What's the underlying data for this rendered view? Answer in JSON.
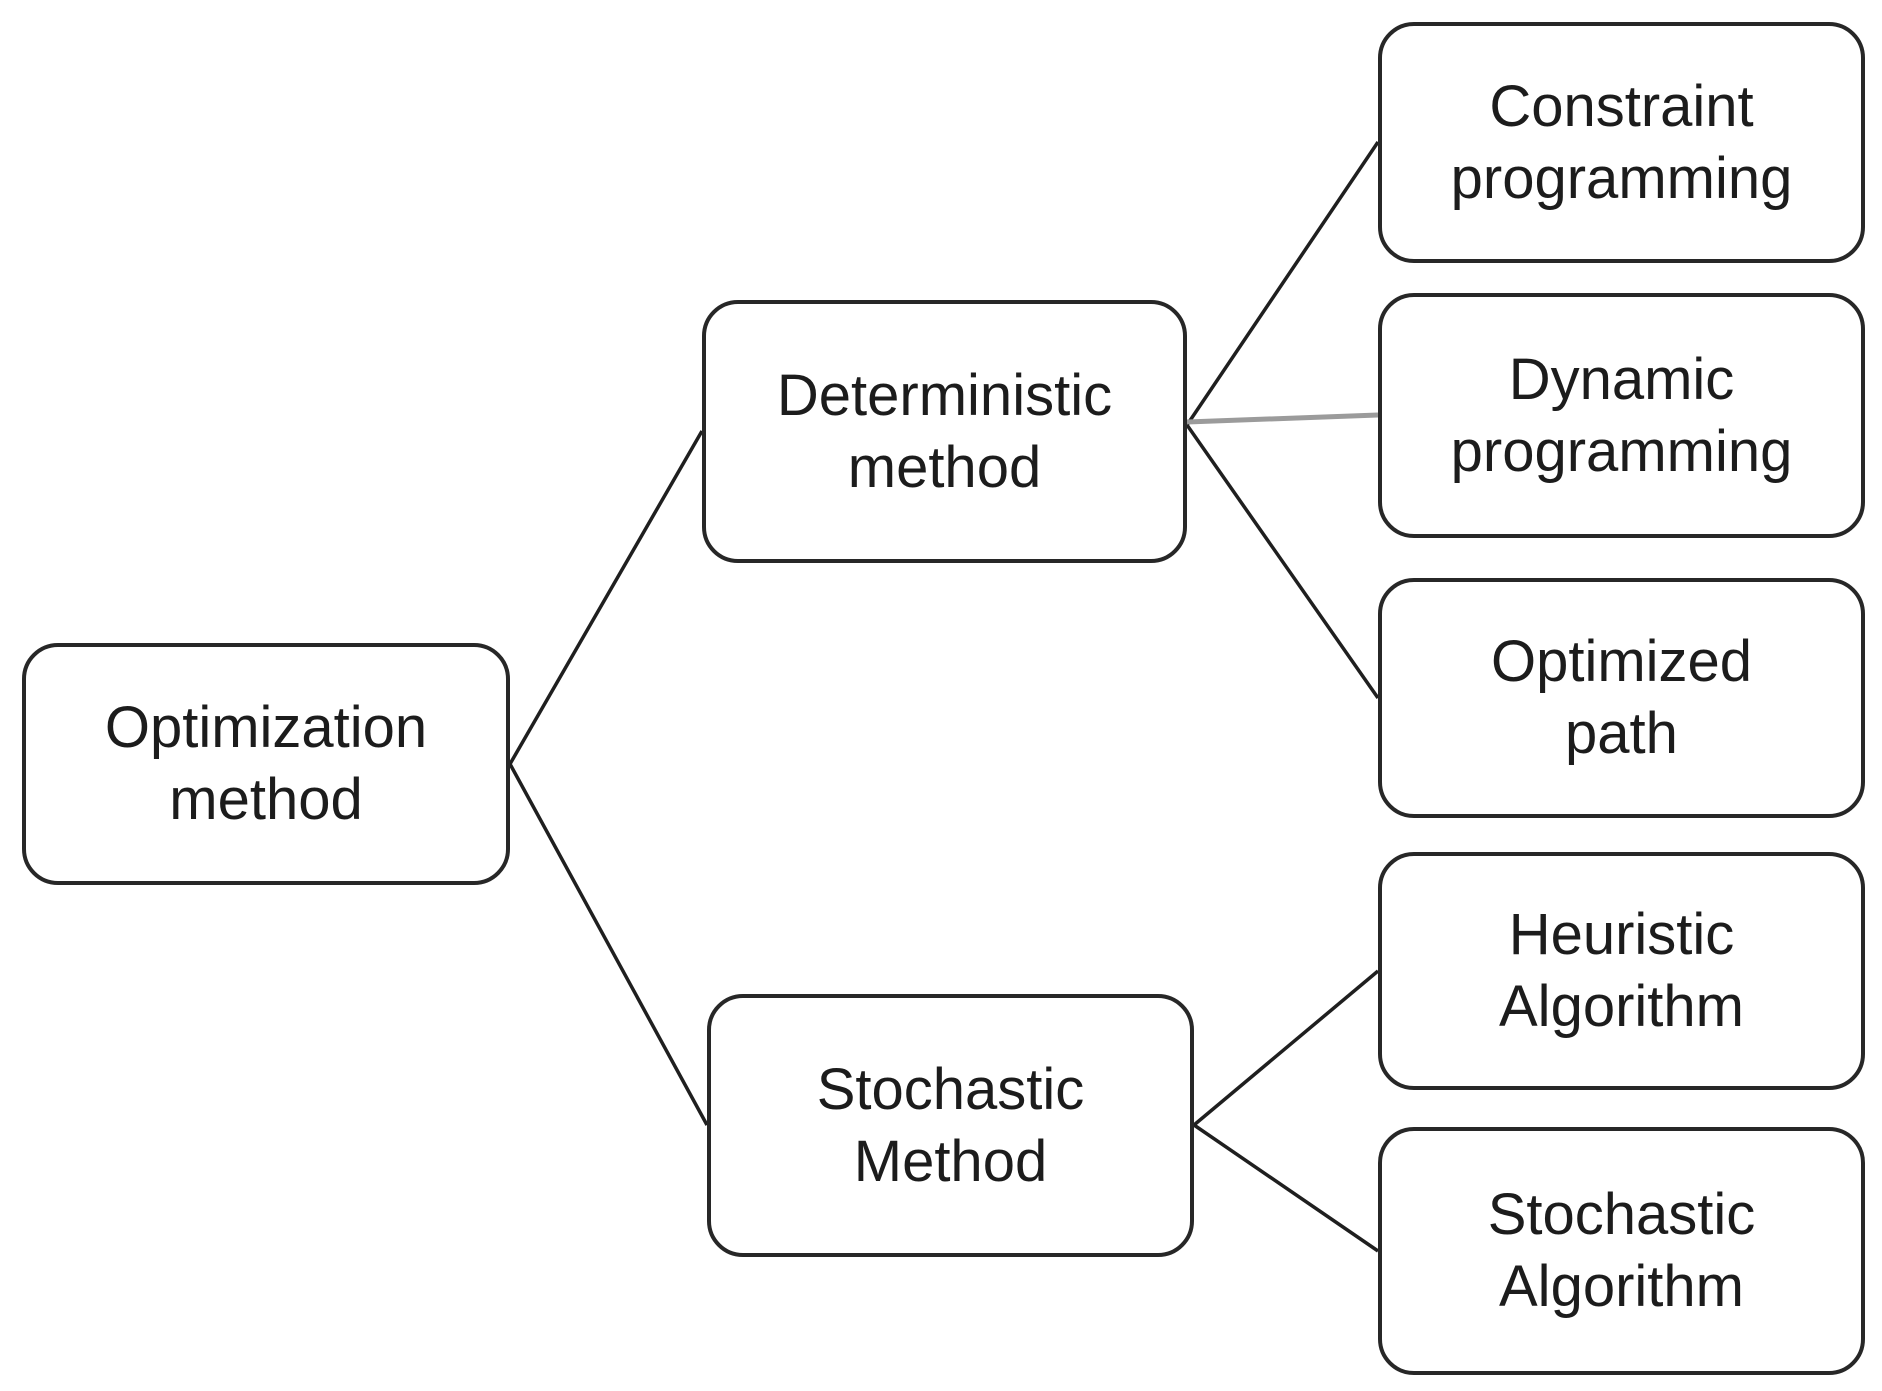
{
  "diagram": {
    "type": "tree",
    "background": "#ffffff",
    "colors": {
      "box_border": "#272727",
      "text": "#1c1c1c",
      "connector": "#1f1f1f",
      "connector_gray": "#9b9b9b"
    },
    "nodes": {
      "root": {
        "label": "Optimization\nmethod"
      },
      "deterministic": {
        "label": "Deterministic\nmethod"
      },
      "stochastic": {
        "label": "Stochastic\nMethod"
      },
      "constraint": {
        "label": "Constraint\nprogramming"
      },
      "dynamic": {
        "label": "Dynamic\nprogramming"
      },
      "optimized": {
        "label": "Optimized\npath"
      },
      "heuristic": {
        "label": "Heuristic\nAlgorithm"
      },
      "stochastic_algorithm": {
        "label": "Stochastic\nAlgorithm"
      }
    },
    "edges": [
      {
        "from": "root",
        "to": "deterministic"
      },
      {
        "from": "root",
        "to": "stochastic"
      },
      {
        "from": "deterministic",
        "to": "constraint"
      },
      {
        "from": "deterministic",
        "to": "dynamic"
      },
      {
        "from": "deterministic",
        "to": "optimized"
      },
      {
        "from": "stochastic",
        "to": "heuristic"
      },
      {
        "from": "stochastic",
        "to": "stochastic_algorithm"
      }
    ]
  }
}
